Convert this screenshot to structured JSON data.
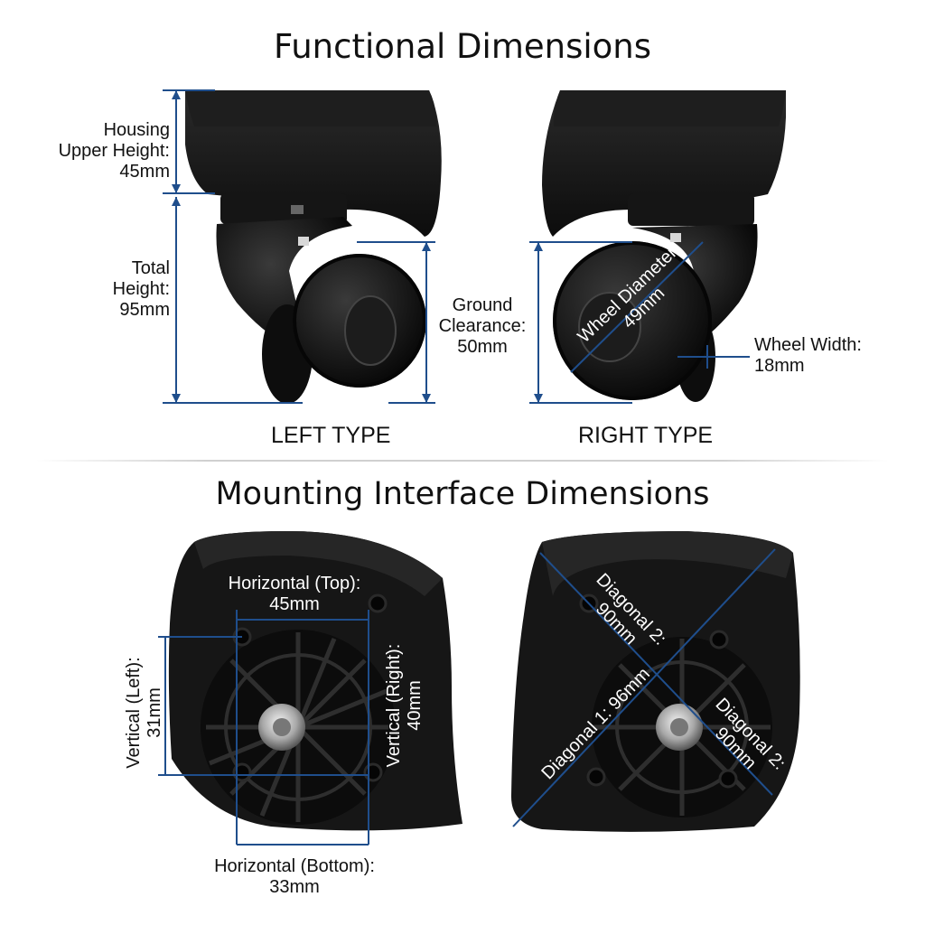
{
  "titles": {
    "functional": "Functional Dimensions",
    "mounting": "Mounting Interface Dimensions"
  },
  "functional": {
    "housing_upper_height": {
      "line1": "Housing",
      "line2": "Upper Height:",
      "value": "45mm"
    },
    "total_height": {
      "line1": "Total",
      "line2": "Height:",
      "value": "95mm"
    },
    "ground_clearance": {
      "line1": "Ground",
      "line2": "Clearance:",
      "value": "50mm"
    },
    "wheel_diameter": {
      "label": "Wheel Diameter:",
      "value": "49mm"
    },
    "wheel_width": {
      "label": "Wheel Width:",
      "value": "18mm"
    },
    "left_type": "LEFT TYPE",
    "right_type": "RIGHT TYPE"
  },
  "mounting": {
    "horizontal_top": {
      "label": "Horizontal (Top):",
      "value": "45mm"
    },
    "vertical_left": {
      "label": "Vertical (Left):",
      "value": "31mm"
    },
    "vertical_right": {
      "label": "Vertical (Right):",
      "value": "40mm"
    },
    "horizontal_bottom": {
      "label": "Horizontal (Bottom):",
      "value": "33mm"
    },
    "diagonal_1": {
      "label": "Diagonal 1: 96mm"
    },
    "diagonal_2_top": {
      "label": "Diagonal 2:",
      "value": "90mm"
    },
    "diagonal_2_right": {
      "label": "Diagonal 2:",
      "value": "90mm"
    }
  },
  "colors": {
    "dimension_line": "#1f4e8c",
    "product": "#111111",
    "text": "#111111",
    "text_on_product": "#ffffff"
  }
}
